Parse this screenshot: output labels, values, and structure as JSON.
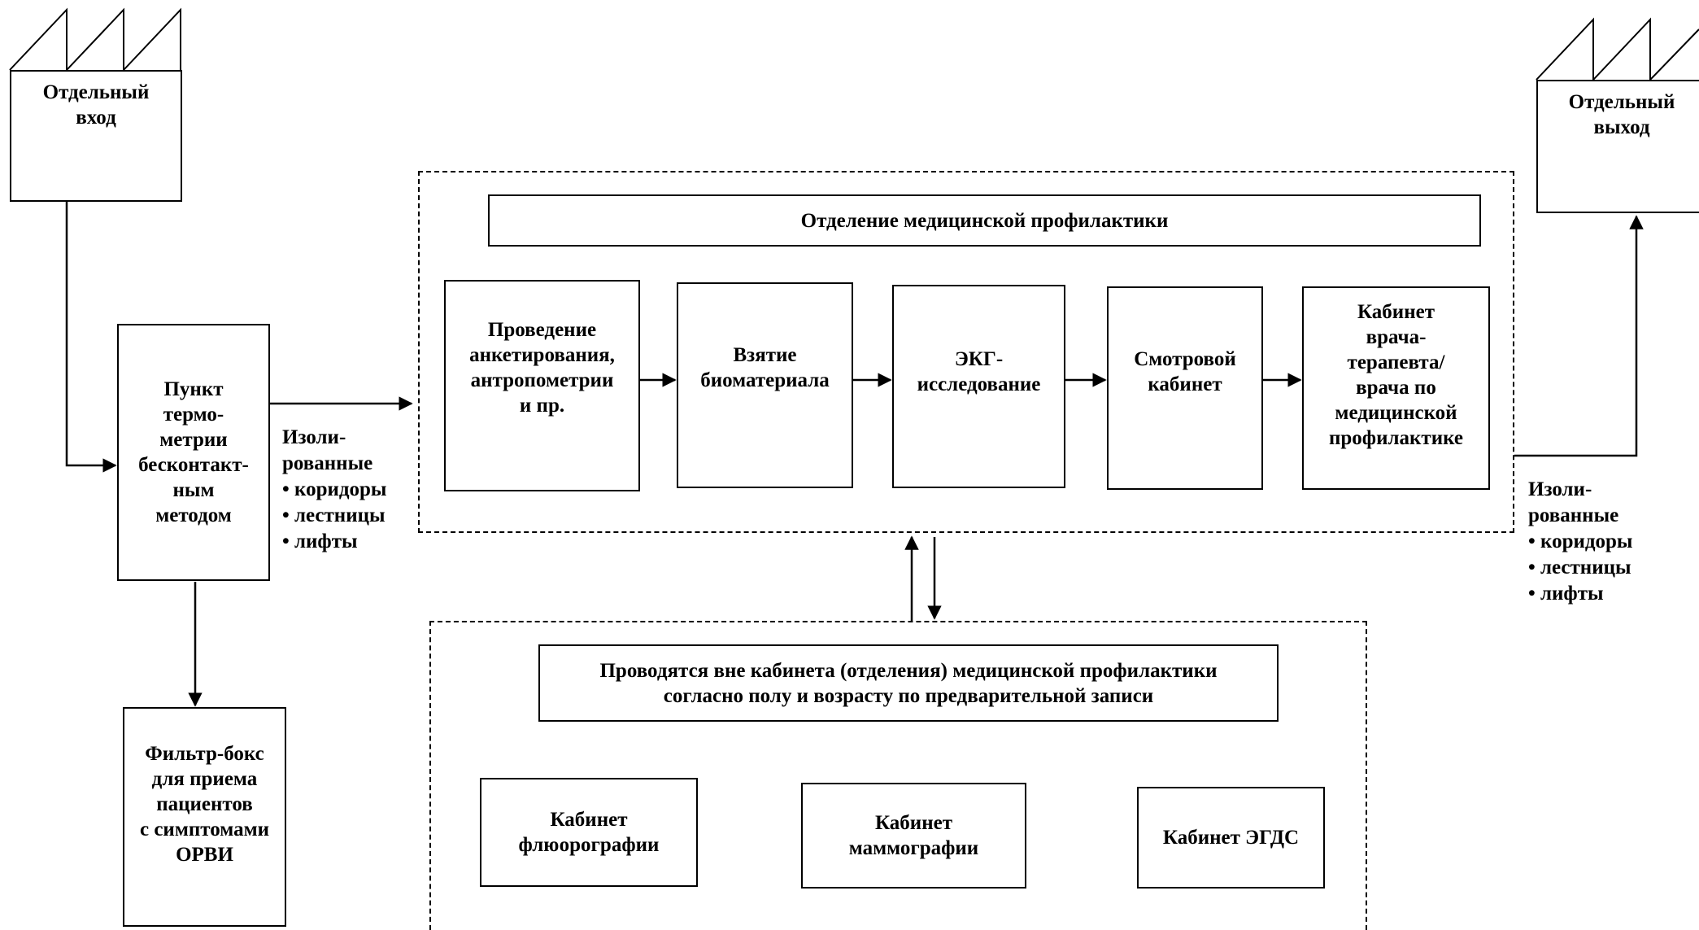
{
  "entrance": {
    "label": "Отдельный\nвход"
  },
  "exit": {
    "label": "Отдельный\nвыход"
  },
  "thermometry": {
    "label": "Пункт\nтермо-\nметрии\nбесконтакт-\nным\nметодом"
  },
  "filter_box": {
    "label": "Фильтр-бокс\nдля приема\nпациентов\nс симптомами\nОРВИ"
  },
  "left_isolated": {
    "heading": "Изоли-\nрованные",
    "items": [
      "• коридоры",
      "• лестницы",
      "• лифты"
    ]
  },
  "right_isolated": {
    "heading": "Изоли-\nрованные",
    "items": [
      "• коридоры",
      "• лестницы",
      "• лифты"
    ]
  },
  "department": {
    "title": "Отделение медицинской профилактики",
    "steps": [
      {
        "label": "Проведение\nанкетирования,\nантропометрии\nи пр."
      },
      {
        "label": "Взятие\nбиоматериала"
      },
      {
        "label": "ЭКГ-\nисследование"
      },
      {
        "label": "Смотровой\nкабинет"
      },
      {
        "label": "Кабинет\nврача-\nтерапевта/\nврача по\nмедицинской\nпрофилактике"
      }
    ]
  },
  "external": {
    "title": "Проводятся вне кабинета (отделения) медицинской профилактики\nсогласно полу и возрасту по предварительной записи",
    "rooms": [
      {
        "label": "Кабинет\nфлюорографии"
      },
      {
        "label": "Кабинет\nмаммографии"
      },
      {
        "label": "Кабинет ЭГДС"
      }
    ]
  }
}
